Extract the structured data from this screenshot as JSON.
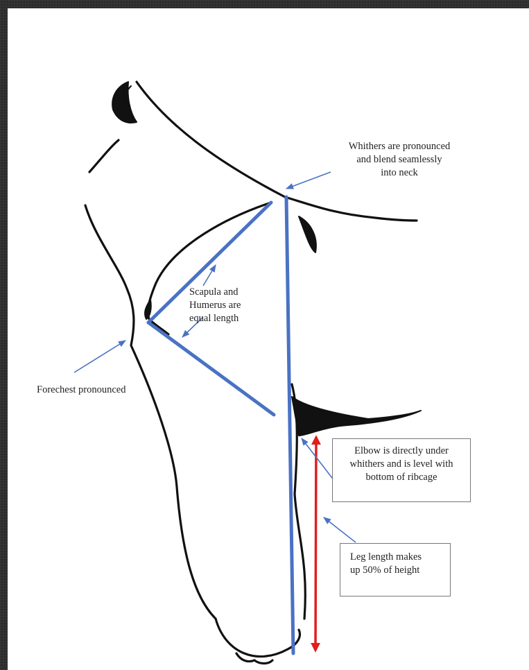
{
  "diagram": {
    "labels": {
      "withers": [
        "Whithers are pronounced",
        "and blend seamlessly",
        "into neck"
      ],
      "scapula": [
        "Scapula and",
        "Humerus are",
        "equal length"
      ],
      "forechest": "Forechest pronounced",
      "elbow": [
        "Elbow is directly under",
        "whithers and is level with",
        "bottom of ribcage"
      ],
      "leg": [
        "Leg length makes",
        "up 50% of height"
      ]
    },
    "colors": {
      "background": "#2d2d2d",
      "page": "#ffffff",
      "outline": "#111111",
      "guide_lines": "#4a72c4",
      "arrows": "#4a72c4",
      "height_arrow": "#e01e1e"
    }
  }
}
